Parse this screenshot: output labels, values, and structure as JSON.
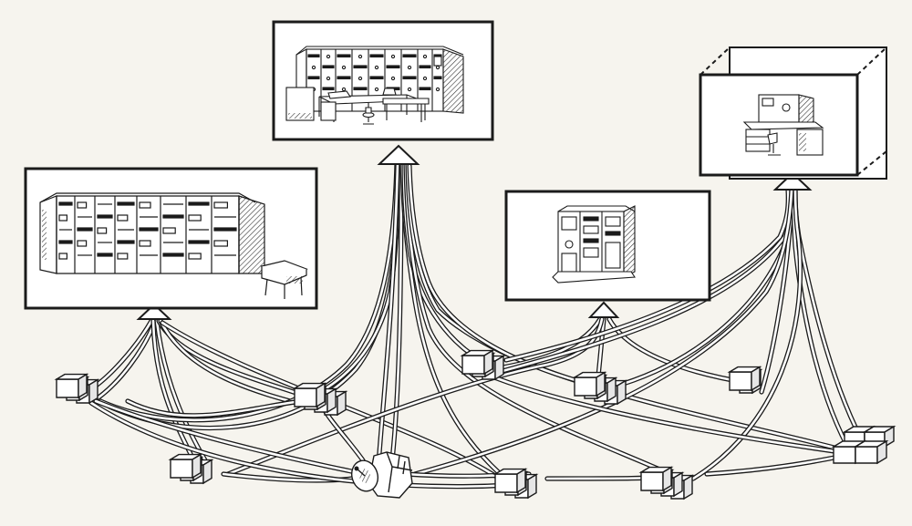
{
  "diagram": {
    "colors": {
      "paper": "#f6f4ee",
      "ink": "#1b1b1b",
      "fill": "#ffffff",
      "shade": "#9a9a9a"
    },
    "panels": [
      {
        "id": "left",
        "depicts": "large-mainframe-installation-icon"
      },
      {
        "id": "top",
        "depicts": "computer-room-with-console-icon"
      },
      {
        "id": "middle",
        "depicts": "small-cabinet-computer-icon"
      },
      {
        "id": "right",
        "depicts": "operator-workstation-icon",
        "stacked": true
      }
    ],
    "terminal_clusters": [
      {
        "id": "t1",
        "units": 3
      },
      {
        "id": "t2",
        "units": 4
      },
      {
        "id": "t3",
        "units": 3
      },
      {
        "id": "t4",
        "units": 3
      },
      {
        "id": "t5",
        "units": 4
      },
      {
        "id": "t6",
        "units": 2
      },
      {
        "id": "t7",
        "units": 3
      },
      {
        "id": "t8",
        "units": 4
      },
      {
        "id": "t9",
        "units": 4
      }
    ],
    "satellite_station": {
      "depicts": "satellite-dish-icon"
    }
  }
}
